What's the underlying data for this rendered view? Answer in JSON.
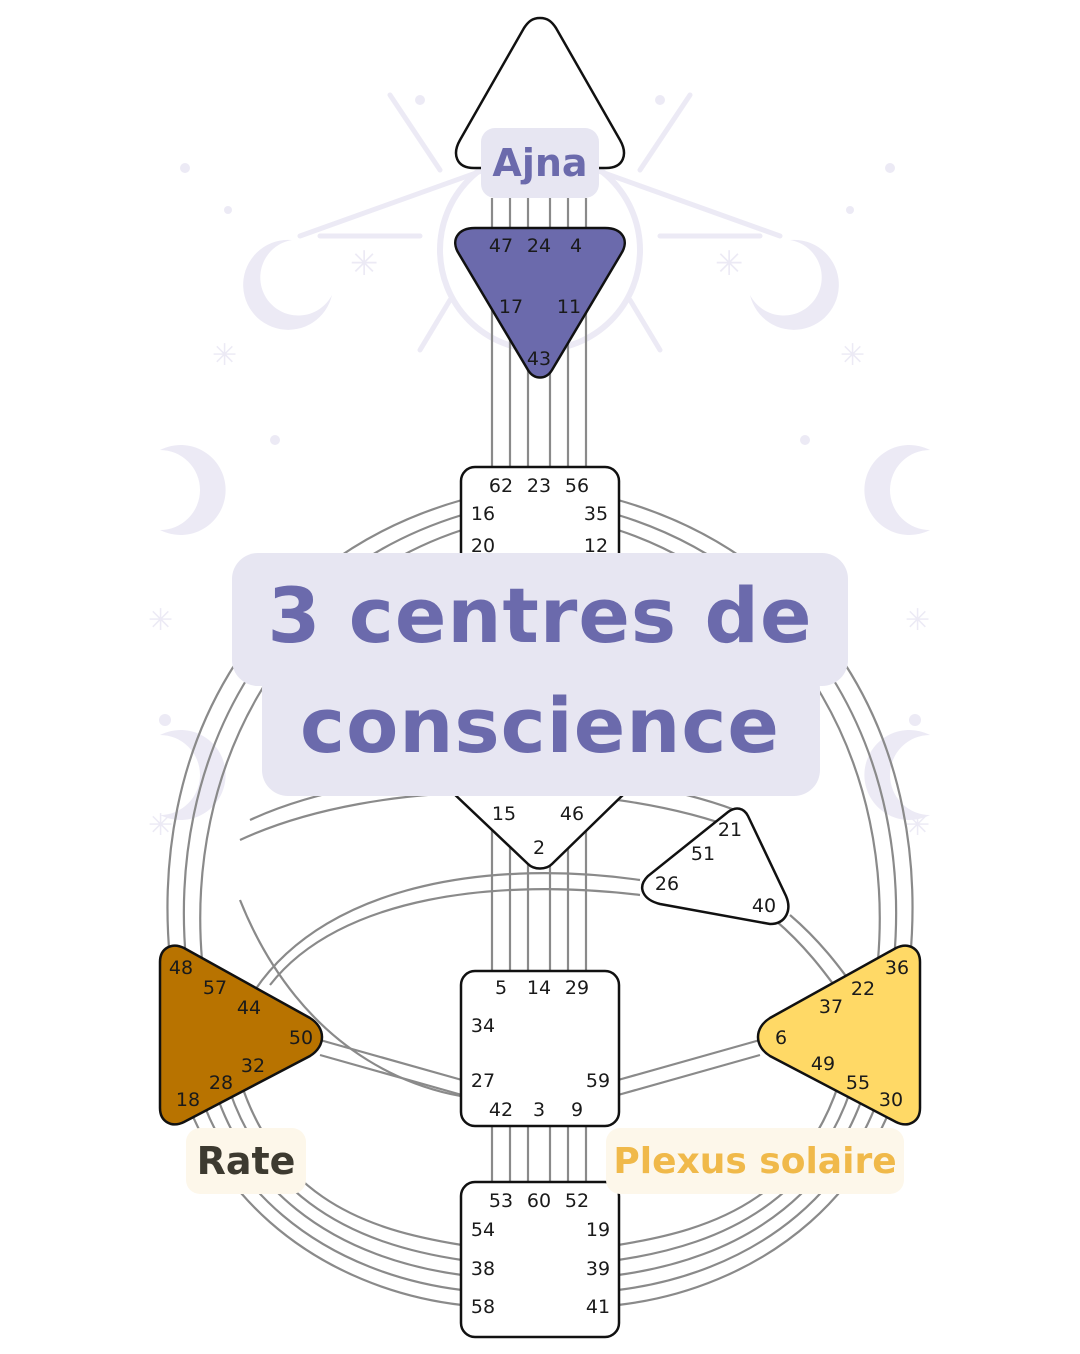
{
  "title": {
    "line1": "3 centres de",
    "line2": "conscience"
  },
  "labels": {
    "ajna": "Ajna",
    "rate": "Rate",
    "plexus": "Plexus solaire"
  },
  "colors": {
    "ajna": "#6b6aac",
    "rate": "#b87300",
    "plexus": "#ffd966",
    "label_bg_purple": "#e7e6f2",
    "label_bg_cream": "#fdf7ea",
    "rate_text": "#3d3a30",
    "plexus_text": "#f0b94a",
    "decor": "#eceaf5"
  },
  "centers": {
    "ajna": [
      "47",
      "24",
      "4",
      "17",
      "11",
      "43"
    ],
    "throat": [
      "62",
      "23",
      "56",
      "16",
      "35",
      "20",
      "12"
    ],
    "g": [
      "15",
      "46",
      "2"
    ],
    "heart": [
      "21",
      "51",
      "26",
      "40"
    ],
    "spleen": [
      "48",
      "57",
      "44",
      "50",
      "32",
      "28",
      "18"
    ],
    "sacral": [
      "5",
      "14",
      "29",
      "34",
      "27",
      "59",
      "42",
      "3",
      "9"
    ],
    "solar_plexus": [
      "36",
      "22",
      "37",
      "6",
      "49",
      "55",
      "30"
    ],
    "root": [
      "53",
      "60",
      "52",
      "54",
      "19",
      "38",
      "39",
      "58",
      "41"
    ]
  }
}
